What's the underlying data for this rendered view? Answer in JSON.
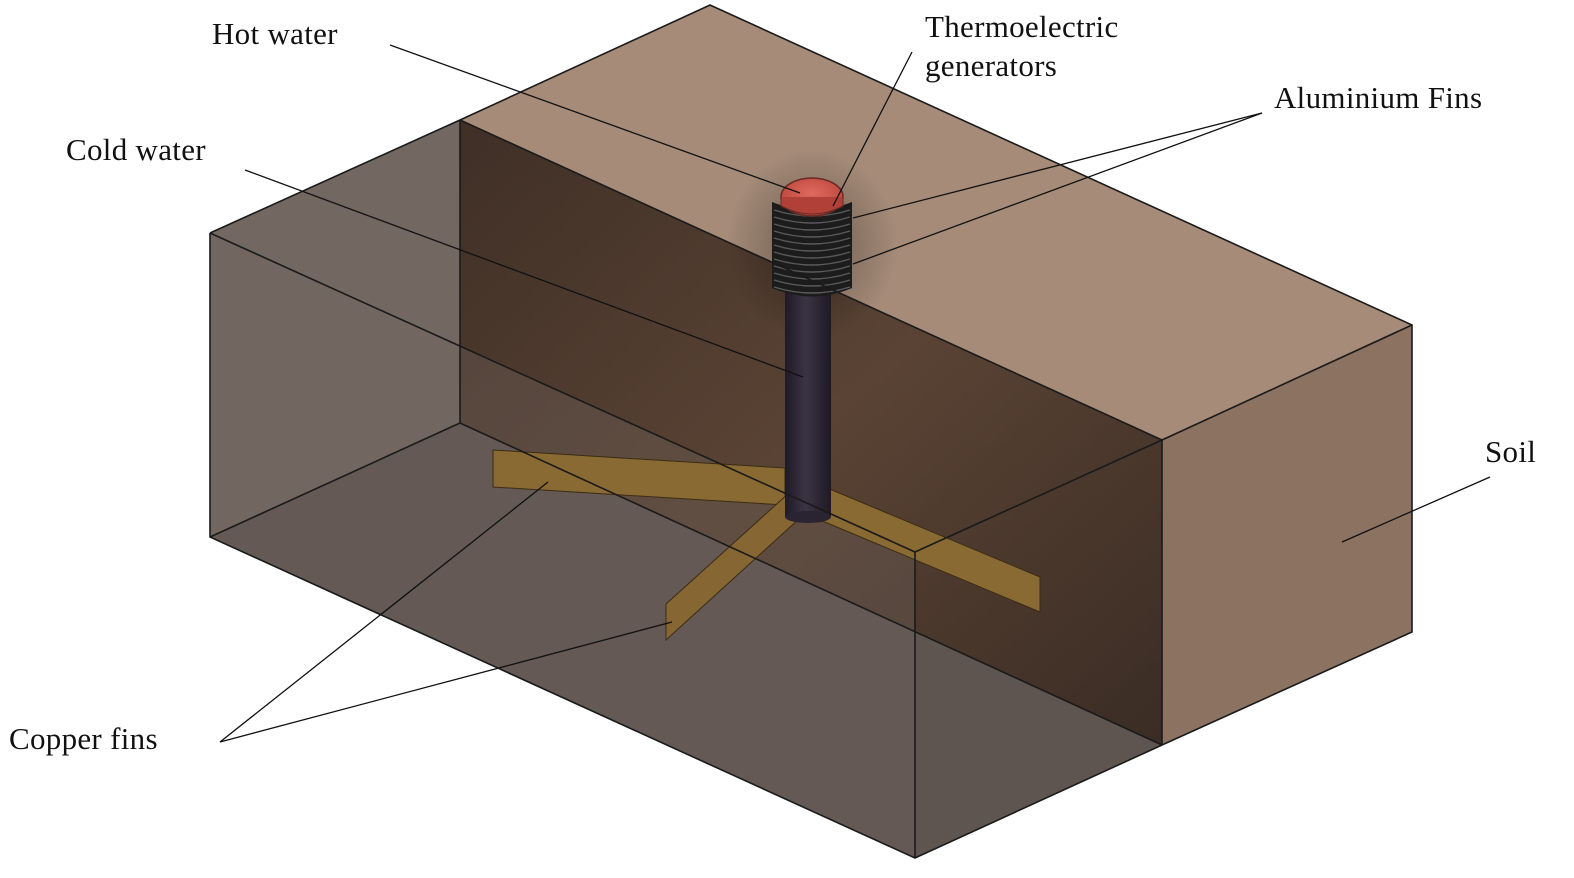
{
  "labels": {
    "hot_water": "Hot water",
    "cold_water": "Cold water",
    "teg": "Thermoelectric\ngenerators",
    "aluminium_fins": "Aluminium Fins",
    "soil": "Soil",
    "copper_fins": "Copper fins"
  },
  "colors": {
    "soil_top": "#a58b78",
    "soil_right": "#8c7261",
    "soil_cut": "#4e3a2e",
    "box_left": "#726660",
    "box_bottom": "#5d534e",
    "copper": "#8a6a33",
    "pipe": "#2e2836",
    "teg_cap": "#d9584c",
    "fins_black": "#1c1c1c"
  }
}
